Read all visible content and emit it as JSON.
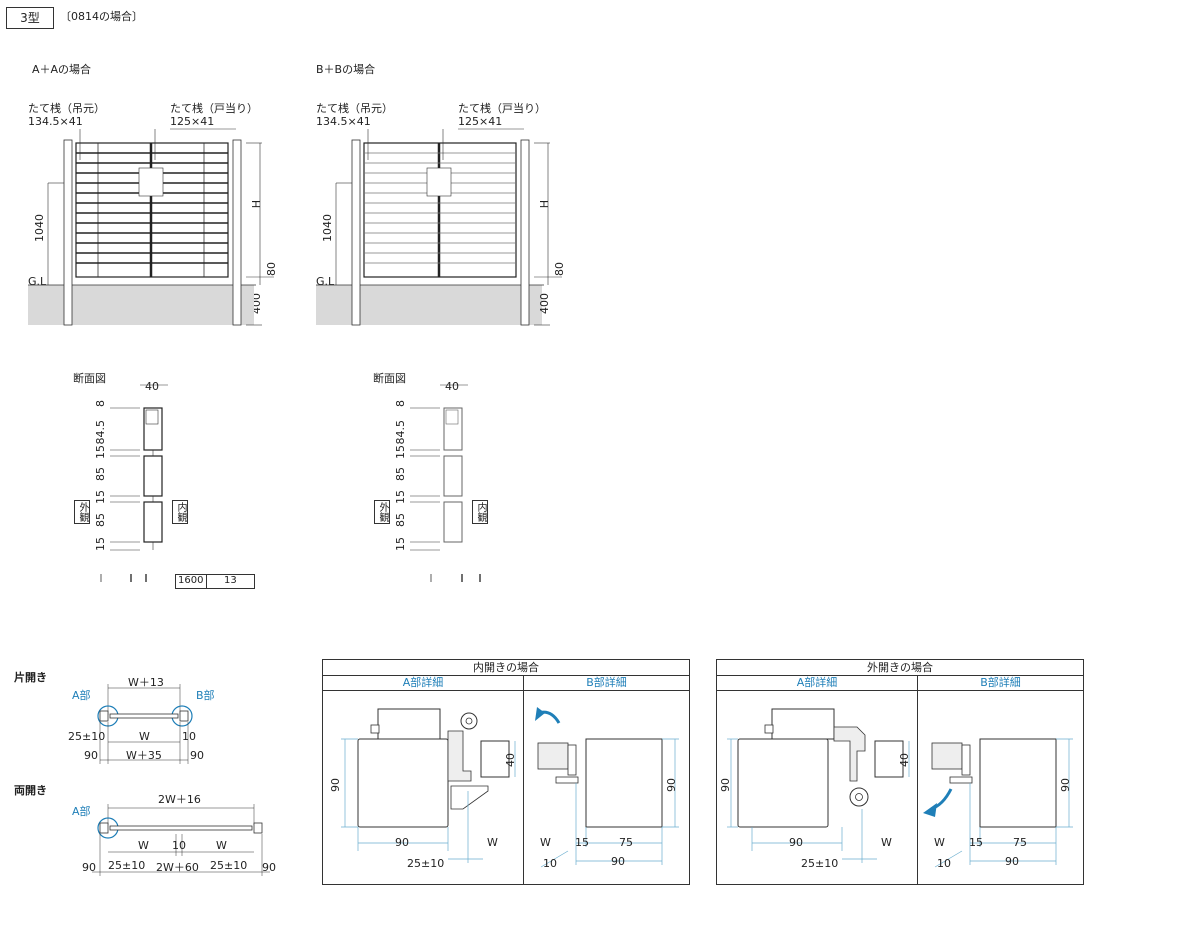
{
  "header": {
    "type_label": "3型",
    "case_label": "〔0814の場合〕"
  },
  "elevations": [
    {
      "title": "A＋Aの場合",
      "left_rail_label": "たて桟（吊元）",
      "left_rail_size": "134.5×41",
      "right_rail_label": "たて桟（戸当り）",
      "right_rail_size": "125×41",
      "height_label": "1040",
      "gl_label": "G.L",
      "h_label": "H",
      "gap_label": "80",
      "footing_label": "400"
    },
    {
      "title": "B＋Bの場合",
      "left_rail_label": "たて桟（吊元）",
      "left_rail_size": "134.5×41",
      "right_rail_label": "たて桟（戸当り）",
      "right_rail_size": "125×41",
      "height_label": "1040",
      "gl_label": "G.L",
      "h_label": "H",
      "gap_label": "80",
      "footing_label": "400"
    }
  ],
  "sections": [
    {
      "title": "断面図",
      "width": "40",
      "dims": [
        "8",
        "84.5",
        "15",
        "85",
        "15",
        "85",
        "15"
      ],
      "outside": "外観",
      "inside": "内観"
    },
    {
      "title": "断面図",
      "width": "40",
      "dims": [
        "8",
        "84.5",
        "15",
        "85",
        "15",
        "85",
        "15"
      ],
      "outside": "外観",
      "inside": "内観"
    }
  ],
  "table_row": {
    "a": "1600",
    "b": "13"
  },
  "plan": {
    "single_title": "片開き",
    "single_top": "W＋13",
    "single_a": "A部",
    "single_b": "B部",
    "single_left": "25±10",
    "single_w": "W",
    "single_right": "10",
    "single_90l": "90",
    "single_bottom": "W＋35",
    "single_90r": "90",
    "double_title": "両開き",
    "double_top": "2W＋16",
    "double_a": "A部",
    "double_w1": "W",
    "double_10": "10",
    "double_w2": "W",
    "double_90l": "90",
    "double_25l": "25±10",
    "double_bottom": "2W＋60",
    "double_25r": "25±10",
    "double_90r": "90"
  },
  "details": [
    {
      "title": "内開きの場合",
      "a_head": "A部詳細",
      "b_head": "B部詳細",
      "a": {
        "d90v": "90",
        "d40": "40",
        "d90h": "90",
        "w": "W",
        "d25": "25±10"
      },
      "b": {
        "w": "W",
        "d15": "15",
        "d75": "75",
        "d90v": "90",
        "d10": "10",
        "d90h": "90"
      }
    },
    {
      "title": "外開きの場合",
      "a_head": "A部詳細",
      "b_head": "B部詳細",
      "a": {
        "d90v": "90",
        "d40": "40",
        "d90h": "90",
        "w": "W",
        "d25": "25±10"
      },
      "b": {
        "w": "W",
        "d15": "15",
        "d75": "75",
        "d90v": "90",
        "d10": "10",
        "d90h": "90"
      }
    }
  ],
  "colors": {
    "line": "#333333",
    "accent": "#1f7fb8",
    "ground": "#d9d9d9",
    "dim": "#6aaecf"
  }
}
